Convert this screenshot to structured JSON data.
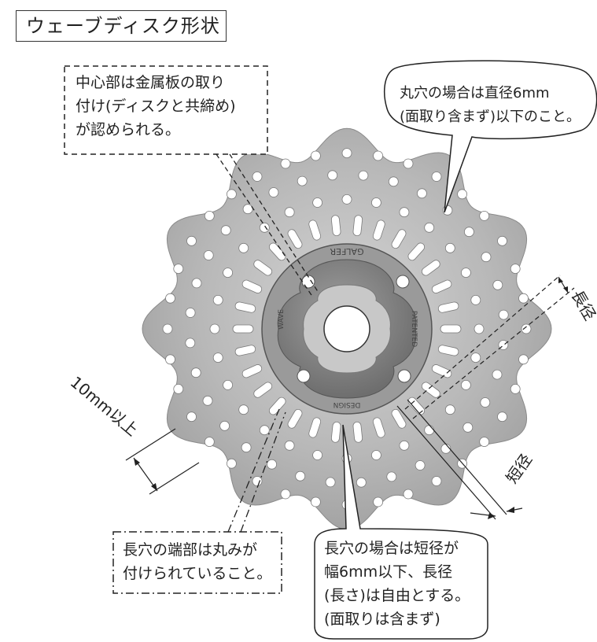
{
  "title": "ウェーブディスク形状",
  "notes": {
    "center": [
      "中心部は金属板の取り",
      "付け(ディスクと共締め)",
      "が認められる。"
    ],
    "round_hole": [
      "丸穴の場合は直径6mm",
      "(面取り含まず)以下のこと。"
    ],
    "slot_end": [
      "長穴の端部は丸みが",
      "付けられていること。"
    ],
    "slot": [
      "長穴の場合は短径が",
      "幅6mm以下、長径",
      "(長さ)は自由とする。",
      "(面取りは含まず)"
    ]
  },
  "dimensions": {
    "edge_distance": "10mm以上",
    "short_dia": "短径",
    "long_dia": "長径"
  },
  "disc_markings": {
    "brand": "GALFER",
    "patented": "PATENTED",
    "design": "DESIGN",
    "wave": "WAVE"
  },
  "colors": {
    "disc": "#b4b4b4",
    "hub": "#8c8c8c",
    "line": "#222222"
  }
}
